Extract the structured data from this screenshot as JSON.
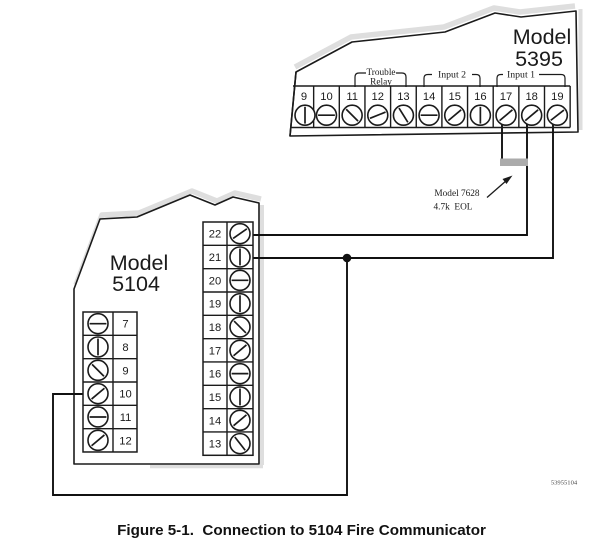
{
  "figure": {
    "caption": "Figure 5-1.  Connection to 5104 Fire Communicator",
    "part_number": "53955104"
  },
  "panel_5395": {
    "title_line1": "Model",
    "title_line2": "5395",
    "terminals": [
      {
        "num": "9",
        "slot_angle": 90
      },
      {
        "num": "10",
        "slot_angle": 0
      },
      {
        "num": "11",
        "slot_angle": 45
      },
      {
        "num": "12",
        "slot_angle": -22
      },
      {
        "num": "13",
        "slot_angle": 58
      },
      {
        "num": "14",
        "slot_angle": 0
      },
      {
        "num": "15",
        "slot_angle": -40
      },
      {
        "num": "16",
        "slot_angle": 90
      },
      {
        "num": "17",
        "slot_angle": -40
      },
      {
        "num": "18",
        "slot_angle": -40
      },
      {
        "num": "19",
        "slot_angle": -38
      }
    ],
    "groups": [
      {
        "label_line1": "Trouble",
        "label_line2": "Relay"
      },
      {
        "label_line1": "Input 2",
        "label_line2": ""
      },
      {
        "label_line1": "Input 1",
        "label_line2": ""
      }
    ]
  },
  "panel_5104": {
    "title_line1": "Model",
    "title_line2": "5104",
    "left_terminals": [
      {
        "num": "7",
        "slot_angle": 0
      },
      {
        "num": "8",
        "slot_angle": 90
      },
      {
        "num": "9",
        "slot_angle": 45
      },
      {
        "num": "10",
        "slot_angle": -40
      },
      {
        "num": "11",
        "slot_angle": 0
      },
      {
        "num": "12",
        "slot_angle": -40
      }
    ],
    "right_terminals": [
      {
        "num": "22",
        "slot_angle": -35
      },
      {
        "num": "21",
        "slot_angle": 90
      },
      {
        "num": "20",
        "slot_angle": 0
      },
      {
        "num": "19",
        "slot_angle": 90
      },
      {
        "num": "18",
        "slot_angle": 45
      },
      {
        "num": "17",
        "slot_angle": -40
      },
      {
        "num": "16",
        "slot_angle": 0
      },
      {
        "num": "15",
        "slot_angle": 90
      },
      {
        "num": "14",
        "slot_angle": -40
      },
      {
        "num": "13",
        "slot_angle": 52
      }
    ]
  },
  "eol_resistor": {
    "label_line1": "Model 7628",
    "label_line2": "4.7k  EOL"
  },
  "connections": [
    {
      "from": "5395-17",
      "to": "5395-18",
      "via": "Model 7628 4.7k EOL resistor"
    },
    {
      "from": "5395-18",
      "to": "5104-22"
    },
    {
      "from": "5395-19",
      "to": "5104-21"
    },
    {
      "from": "5104-21",
      "to": "5104-10"
    }
  ],
  "colors": {
    "line": "#1b1b1b",
    "shadow": "#dedede",
    "resistor": "#ababab",
    "background": "#ffffff"
  }
}
